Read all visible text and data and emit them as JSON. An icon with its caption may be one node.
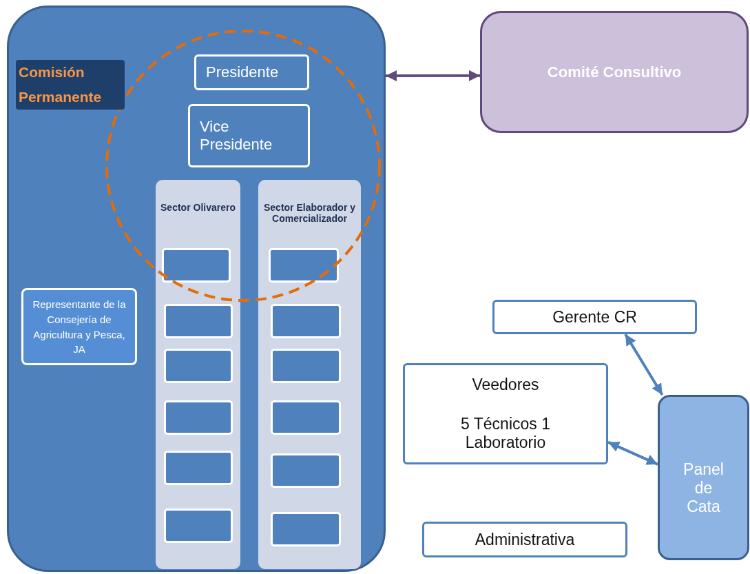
{
  "diagram": {
    "nodes": [
      {
        "text": [],
        "shape": "box"
      },
      {
        "text": [
          "Comisión Permanente"
        ],
        "in": 0
      },
      {
        "text": [
          "Presidente"
        ],
        "in": 1
      },
      {
        "text": [
          "Vice Presidente"
        ],
        "in": 1
      },
      {
        "text": [
          "Sector Olivarero"
        ],
        "in": 0
      },
      {
        "text": [],
        "shape": "box"
      },
      {
        "text": [],
        "shape": "box",
        "in": 4
      },
      {
        "text": [],
        "shape": "box",
        "in": 4
      },
      {
        "text": [],
        "shape": "box",
        "in": 4
      },
      {
        "text": [],
        "shape": "box",
        "in": 4
      },
      {
        "text": [],
        "shape": "box",
        "in": 4
      },
      {
        "text": [
          "Sector Elaborador y Comercializador"
        ],
        "in": 0
      },
      {
        "text": [],
        "shape": "box"
      },
      {
        "text": [],
        "shape": "box",
        "in": 11
      },
      {
        "text": [],
        "shape": "box",
        "in": 11
      },
      {
        "text": [],
        "shape": "box",
        "in": 11
      },
      {
        "text": [],
        "shape": "box",
        "in": 11
      },
      {
        "text": [],
        "shape": "box",
        "in": 11
      },
      {
        "text": [
          "Representante de la Consejería de Agricultura y Pesca, JA"
        ],
        "in": 0
      },
      {
        "text": [
          "Comité Consultivo"
        ]
      },
      {
        "text": [
          "Gerente CR"
        ]
      },
      {
        "text": [
          "Veedores",
          "5 Técnicos 1 Laboratorio"
        ]
      },
      {
        "text": [
          "Panel de Cata"
        ]
      },
      {
        "text": [
          "Administrativa"
        ]
      }
    ],
    "edges": [
      {
        "from": 0,
        "to": 19,
        "arrow": "both",
        "color": "#604a7b"
      },
      {
        "from": 20,
        "to": 22,
        "arrow": "both"
      },
      {
        "from": 21,
        "to": 22,
        "arrow": "both"
      }
    ]
  }
}
